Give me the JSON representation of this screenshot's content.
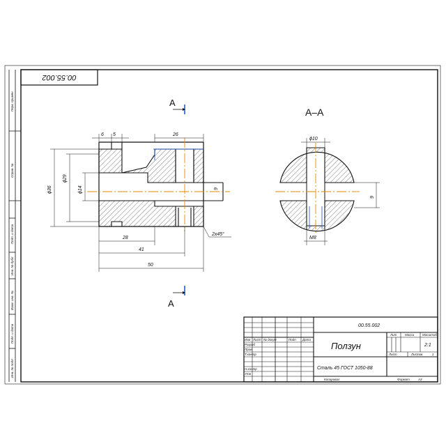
{
  "drawing_number": "00.55.002",
  "drawing_number_rotated": "00.55.002",
  "section": {
    "label_top": "A",
    "label_bottom": "A",
    "view_title": "A–A"
  },
  "dimensions": {
    "d6": "6",
    "d5": "5",
    "d26": "26",
    "d36": "ϕ36",
    "d29": "ϕ29",
    "d14": "ϕ14",
    "d9_left": "9",
    "d28": "28",
    "d41": "41",
    "d50": "50",
    "chamfer": "2x45°",
    "d10": "ϕ10",
    "d9_right": "9",
    "m8": "M8"
  },
  "title_block": {
    "part_name": "Ползун",
    "material": "Сталь 45 ГОСТ 1050-88",
    "lit_header": "Лит",
    "mass_header": "Масса",
    "scale_header": "Масштаб",
    "scale_value": "2:1",
    "sheet_label": "Лист",
    "sheets_label": "Листов",
    "sheets_value": "1",
    "headers": [
      "Изм",
      "Лист",
      "№ докум",
      "Подп",
      "Дата"
    ],
    "roles": [
      "Разраб",
      "Пров",
      "Т.контр",
      "",
      "Н.контр",
      "Утв"
    ],
    "copied": "Копировал",
    "format_label": "Формат",
    "format_value": "A3"
  },
  "side_labels": [
    "Перв. примен",
    "Справ. №",
    "Подп. и дата",
    "Инв. № дубл",
    "Взам. инв. №",
    "Подп. и дата",
    "Инв. № подл"
  ]
}
